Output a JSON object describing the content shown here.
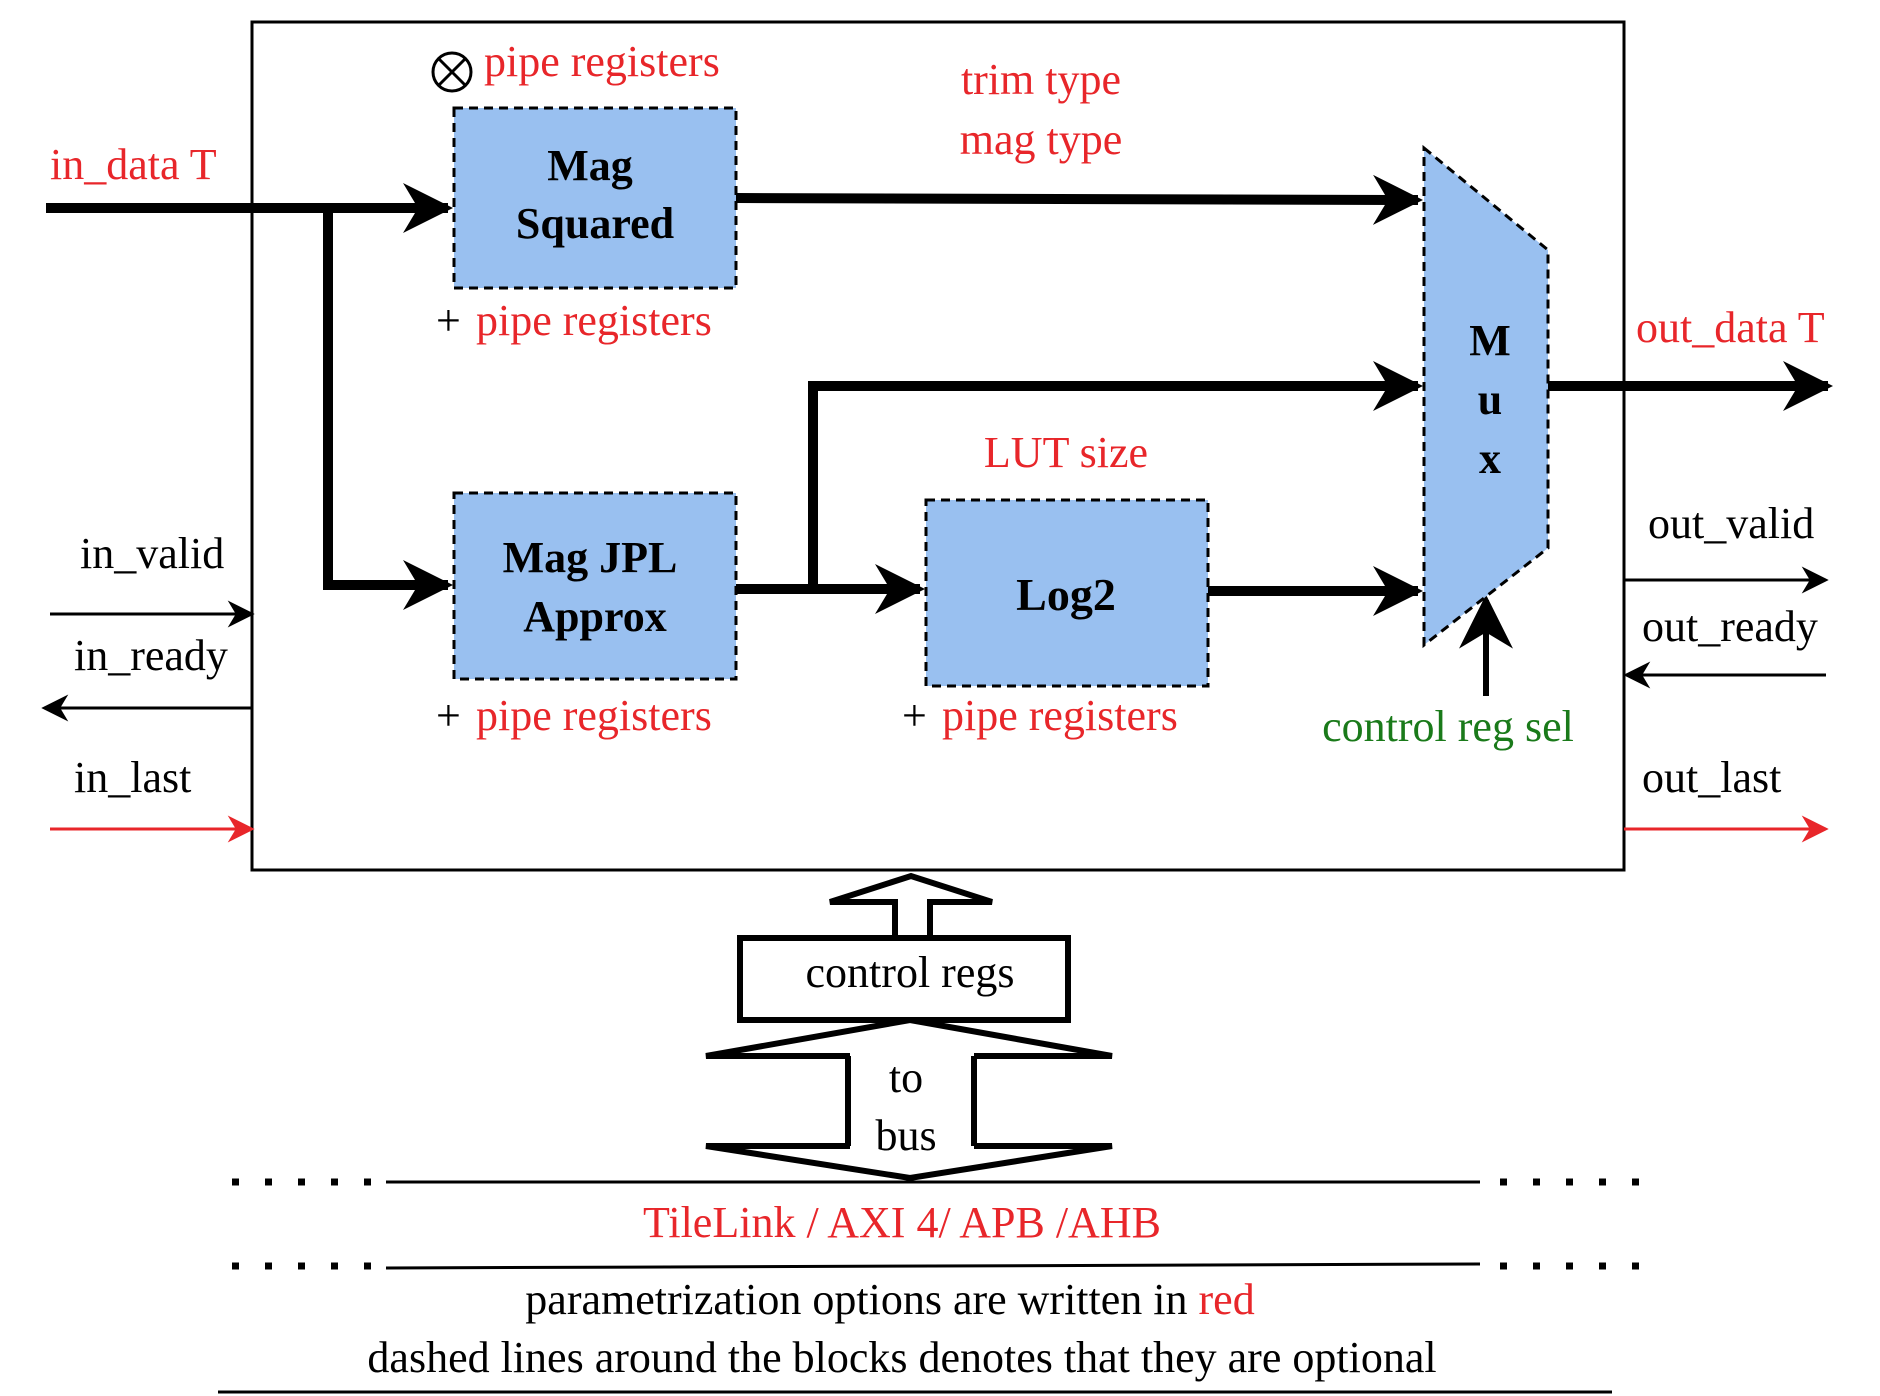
{
  "blocks": {
    "mag_squared": {
      "line1": "Mag",
      "line2": "Squared"
    },
    "mag_jpl": {
      "line1": "Mag JPL",
      "line2": "Approx"
    },
    "log2": {
      "label": "Log2"
    },
    "mux": {
      "l1": "M",
      "l2": "u",
      "l3": "x"
    }
  },
  "params": {
    "pipe_registers_top": "pipe registers",
    "pipe_registers_plus": "pipe registers",
    "plus_sign": "+",
    "trim_type": "trim type",
    "mag_type": "mag type",
    "lut_size": "LUT size"
  },
  "signals": {
    "in_data": "in_data T",
    "in_valid": "in_valid",
    "in_ready": "in_ready",
    "in_last": "in_last",
    "out_data": "out_data T",
    "out_valid": "out_valid",
    "out_ready": "out_ready",
    "out_last": "out_last",
    "control_reg_sel": "control reg sel"
  },
  "bus": {
    "control_regs": "control regs",
    "to": "to",
    "bus": "bus",
    "protocols": "TileLink / AXI 4/ APB /AHB"
  },
  "notes": {
    "line1_prefix": "parametrization options are written in ",
    "line1_red": "red",
    "line2": "dashed lines around the blocks denotes that they are optional"
  },
  "colors": {
    "block_fill": "#99c0f0",
    "param_red": "#e8262a",
    "control_green": "#1a7a1a"
  }
}
